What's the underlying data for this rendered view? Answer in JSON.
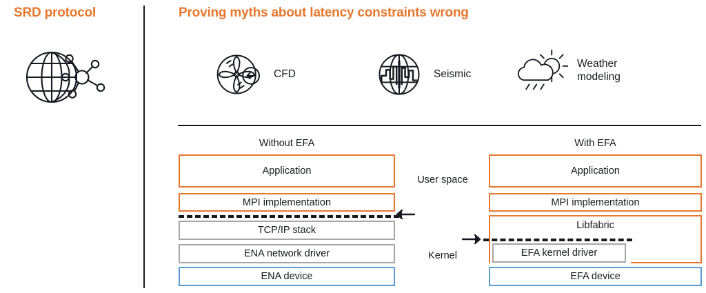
{
  "left_panel": {
    "title": "SRD protocol",
    "icon": "globe-network-icon"
  },
  "colors": {
    "accent_orange": "#e8772e",
    "box_blue": "#5b9bd5",
    "box_gray": "#a6a6a6",
    "text": "#16191f",
    "background": "#ffffff"
  },
  "main": {
    "title": "Proving myths about latency constraints wrong",
    "workloads": [
      {
        "label": "CFD",
        "icon": "fan-arrow-icon"
      },
      {
        "label": "Seismic",
        "icon": "globe-waveform-icon"
      },
      {
        "label": "Weather\nmodeling",
        "icon": "cloud-sun-rain-icon"
      }
    ],
    "diagram": {
      "middle_labels": {
        "user_space": "User space",
        "kernel": "Kernel"
      },
      "arrows": [
        {
          "name": "user-space-kernel-boundary-arrow-left",
          "direction": "left"
        },
        {
          "name": "user-space-kernel-boundary-arrow-right",
          "direction": "right"
        }
      ],
      "left_stack": {
        "heading": "Without EFA",
        "layers": [
          {
            "label": "Application",
            "color": "orange"
          },
          {
            "label": "MPI implementation",
            "color": "orange"
          },
          {
            "label": "TCP/IP stack",
            "color": "gray"
          },
          {
            "label": "ENA network driver",
            "color": "gray"
          },
          {
            "label": "ENA device",
            "color": "blue"
          }
        ]
      },
      "right_stack": {
        "heading": "With EFA",
        "layers": [
          {
            "label": "Application",
            "color": "orange"
          },
          {
            "label": "MPI implementation",
            "color": "orange"
          },
          {
            "label": "Libfabric",
            "color": "orange"
          },
          {
            "label": "EFA kernel driver",
            "color": "gray"
          },
          {
            "label": "EFA device",
            "color": "blue"
          }
        ]
      }
    }
  }
}
